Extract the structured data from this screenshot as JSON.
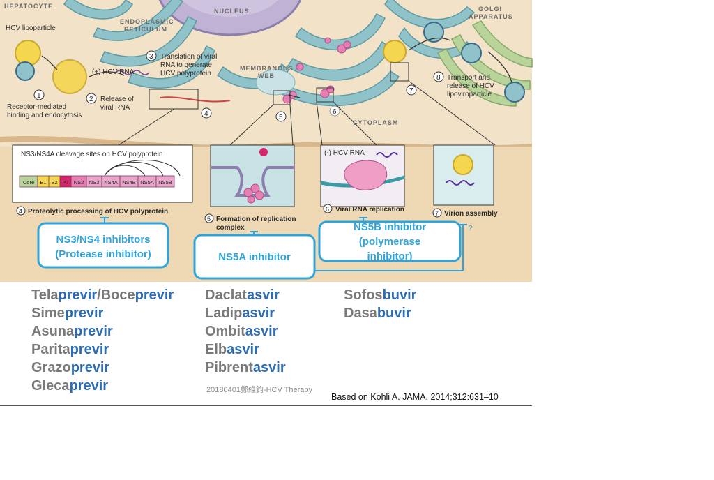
{
  "labels": {
    "hepatocyte": "HEPATOCYTE",
    "nucleus": "NUCLEUS",
    "er_line1": "ENDOPLASMIC",
    "er_line2": "RETICULUM",
    "golgi_line1": "GOLGI",
    "golgi_line2": "APPARATUS",
    "membranous_line1": "MEMBRANOUS",
    "membranous_line2": "WEB",
    "cytoplasm": "CYTOPLASM",
    "hcv_lipoparticle": "HCV lipoparticle",
    "plus_hcv_rna": "(+) HCV RNA",
    "minus_hcv_rna": "(-) HCV RNA"
  },
  "steps": [
    {
      "num": "1",
      "lines": [
        "Receptor-mediated",
        "binding and endocytosis"
      ]
    },
    {
      "num": "2",
      "lines": [
        "Release of",
        "viral RNA"
      ]
    },
    {
      "num": "3",
      "lines": [
        "Translation of viral",
        "RNA to generate",
        "HCV polyprotein"
      ]
    },
    {
      "num": "4",
      "lines": [
        "Proteolytic processing of HCV polyprotein"
      ]
    },
    {
      "num": "5",
      "lines": [
        "Formation of replication",
        "complex"
      ]
    },
    {
      "num": "6",
      "lines": [
        "Viral RNA replication"
      ]
    },
    {
      "num": "7",
      "lines": [
        "Virion assembly"
      ]
    },
    {
      "num": "8",
      "lines": [
        "Transport and",
        "release of HCV",
        "lipoviroparticle"
      ]
    }
  ],
  "polyprotein": {
    "title": "NS3/NS4A cleavage sites on HCV polyprotein",
    "segments": [
      "Core",
      "E1",
      "E2",
      "P7",
      "NS2",
      "NS3",
      "NS4A",
      "NS4B",
      "NS5A",
      "NS5B"
    ]
  },
  "inhibitors": {
    "ns3_line1": "NS3/NS4 inhibitors",
    "ns3_line2": "(Protease inhibitor)",
    "ns5a": "NS5A inhibitor",
    "ns5b_line1": "NS5B inhibitor",
    "ns5b_line2": "(polymerase",
    "ns5b_line3": "inhibitor)",
    "question": "?"
  },
  "drugs": {
    "protease": [
      {
        "prefix": "Tela",
        "suffix": "previr",
        "extra_prefix": "/Boce",
        "extra_suffix": "previr"
      },
      {
        "prefix": "Sime",
        "suffix": "previr"
      },
      {
        "prefix": "Asuna",
        "suffix": "previr"
      },
      {
        "prefix": "Parita",
        "suffix": "previr"
      },
      {
        "prefix": "Grazo",
        "suffix": "previr"
      },
      {
        "prefix": "Gleca",
        "suffix": "previr"
      }
    ],
    "ns5a": [
      {
        "prefix": "Daclat",
        "suffix": "asvir"
      },
      {
        "prefix": "Ladip",
        "suffix": "asvir"
      },
      {
        "prefix": "Ombit",
        "suffix": "asvir"
      },
      {
        "prefix": "Elb",
        "suffix": "asvir"
      },
      {
        "prefix": "Pibrent",
        "suffix": "asvir"
      }
    ],
    "ns5b": [
      {
        "prefix": "Sofos",
        "suffix": "buvir"
      },
      {
        "prefix": "Dasa",
        "suffix": "buvir"
      }
    ]
  },
  "footer": {
    "note": "20180401鄭維鈞-HCV Therapy",
    "reference": "Based on Kohli A. JAMA. 2014;312:631–10"
  },
  "colors": {
    "cytoplasm": "#f1e2c8",
    "er": "#8fc3c9",
    "nucleus": "#bfb2d4",
    "golgi": "#b9d49a",
    "accent_blue": "#2ea3dc",
    "drug_suffix": "#2e6db3",
    "drug_prefix": "#7a7a7a"
  }
}
